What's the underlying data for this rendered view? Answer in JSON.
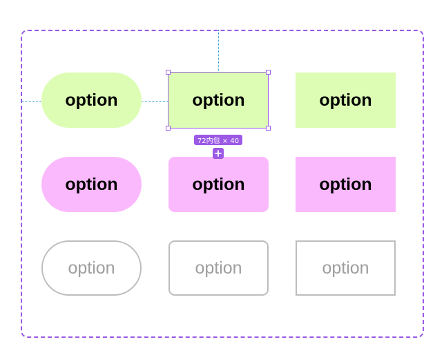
{
  "colors": {
    "frame_accent": "#9b59e6",
    "guide": "#2a9bd6",
    "green_fill": "#dcfdb3",
    "pink_fill": "#fbb9fd",
    "outline_border": "#bdbdbd",
    "outline_text": "#9e9e9e"
  },
  "rows": {
    "green": [
      {
        "label": "option",
        "shape": "pill"
      },
      {
        "label": "option",
        "shape": "rounded",
        "selected": true
      },
      {
        "label": "option",
        "shape": "square"
      }
    ],
    "pink": [
      {
        "label": "option",
        "shape": "pill"
      },
      {
        "label": "option",
        "shape": "rounded"
      },
      {
        "label": "option",
        "shape": "square"
      }
    ],
    "outline": [
      {
        "label": "option",
        "shape": "pill"
      },
      {
        "label": "option",
        "shape": "rounded"
      },
      {
        "label": "option",
        "shape": "square"
      }
    ]
  },
  "selection": {
    "size_label": "72内包 × 40",
    "add_icon": "plus-icon"
  }
}
